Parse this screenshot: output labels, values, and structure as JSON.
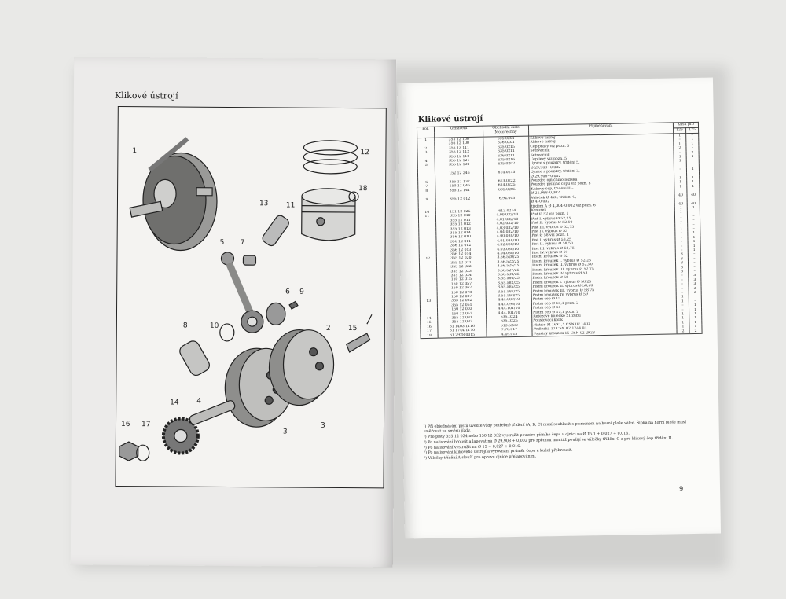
{
  "left_page": {
    "title": "Klikové ústrojí",
    "callouts": [
      "1",
      "12",
      "18",
      "13",
      "11",
      "5",
      "7",
      "6",
      "9",
      "8",
      "10",
      "2",
      "15",
      "14",
      "4",
      "3",
      "3",
      "16",
      "17"
    ]
  },
  "right_page": {
    "title": "Klikové ústrojí",
    "page_number": "9",
    "headers": {
      "pol": "Pol.",
      "oznaceni": "Označení",
      "obchodni": "Obchodní číslo Motorechny",
      "pojmenovani": "Pojmenování",
      "kusu": "Kusů pro",
      "k125": "125",
      "k175": "175"
    },
    "rows": [
      [
        "1",
        "355 12 100",
        "635.0201",
        "Klikové ústrojí",
        "1",
        "–"
      ],
      [
        "",
        "356 12 100",
        "636.0201",
        "Klikové ústrojí",
        "–",
        "1"
      ],
      [
        "2",
        "355 13 111",
        "635.0215",
        "Čep pravý   viz pozn. 5",
        "1",
        "1"
      ],
      [
        "3",
        "355 12 112",
        "635.0211",
        "Setrvačník",
        "2",
        "–"
      ],
      [
        "",
        "356 12 112",
        "636.0211",
        "Setrvačník",
        "–",
        "2"
      ],
      [
        "4",
        "355 12 121",
        "635.0216",
        "Čep levý   viz pozn. 5",
        "1",
        "1"
      ],
      [
        "5",
        "355 12 130",
        "635.0202",
        "Ojnice s pouzdry, třídění 5,",
        "1",
        ""
      ],
      [
        "",
        "",
        "",
        "Ø 29,908+0,002",
        "",
        ""
      ],
      [
        "",
        "152 12 246",
        "614.0215",
        "Ojnice s pouzdry, třídění 3,",
        "–",
        "1"
      ],
      [
        "",
        "",
        "",
        "Ø 29,908+0,002",
        "",
        ""
      ],
      [
        "6",
        "355 12 132",
        "613.0222",
        "Pouzdro ojničního ložiska",
        "1",
        "1"
      ],
      [
        "7",
        "150 12 046",
        "614.0225",
        "Pouzdro písního čepu   viz pozn. 3",
        "1",
        "1"
      ],
      [
        "8",
        "355 12 141",
        "635.0205",
        "Klikový čep, třídění II.–",
        "1",
        "1"
      ],
      [
        "",
        "",
        "",
        "Ø 21,988–0,002",
        "",
        ""
      ],
      [
        "9",
        "355 12 012",
        "6.94.003",
        "Váleček Ø 4x6, třídění C,",
        "40",
        "40"
      ],
      [
        "",
        "",
        "",
        "Ø 4–0,002",
        "",
        ""
      ],
      [
        "",
        "",
        "",
        "třídění A Ø 4,004–0,002   viz pozn. 6",
        "40",
        "40"
      ],
      [
        "10",
        "151 12 025",
        "613.0214",
        "Kroužek",
        "1",
        "1"
      ],
      [
        "11",
        "355 12 010",
        "4.00.032/10",
        "Píst Ø 52   viz pozn. 1",
        "1",
        "–"
      ],
      [
        "",
        "355 12 011",
        "4.01.032/10",
        "Píst I. výbrus Ø 52,25",
        "1",
        "–"
      ],
      [
        "",
        "355 12 012",
        "4.02.032/10",
        "Píst II. výbrus Ø 52,50",
        "1",
        "–"
      ],
      [
        "",
        "355 12 013",
        "4.03.032/10",
        "Píst III. výbrus Ø 52,75",
        "1",
        "–"
      ],
      [
        "",
        "355 12 014",
        "4.04.032/10",
        "Píst IV. výbrus Ø 53",
        "1",
        "–"
      ],
      [
        "",
        "",
        "",
        "",
        "",
        ""
      ],
      [
        "",
        "356 12 010",
        "4.00.038/10",
        "Píst Ø 58   viz pozn. 1",
        "–",
        "1"
      ],
      [
        "",
        "356 12 011",
        "4.01.038/10",
        "Píst I. výbrus Ø 58,25",
        "–",
        "1"
      ],
      [
        "",
        "356 12 012",
        "4.02.038/10",
        "Píst II. výbrus Ø 58,50",
        "–",
        "1"
      ],
      [
        "",
        "356 12 013",
        "4.03.038/10",
        "Píst III. výbrus Ø 58,75",
        "–",
        "1"
      ],
      [
        "",
        "356 12 014",
        "4.04.038/10",
        "Píst IV. výbrus Ø 59",
        "–",
        "1"
      ],
      [
        "",
        "",
        "",
        "",
        "",
        ""
      ],
      [
        "12",
        "355 12 020",
        "3.56.520/25",
        "Pístní kroužek Ø 52",
        "3",
        "–"
      ],
      [
        "",
        "355 12 021",
        "3.56.522/25",
        "Pístní kroužek I. výbrus Ø 52,25",
        "3",
        "–"
      ],
      [
        "",
        "355 12 022",
        "3.56.525/25",
        "Pístní kroužek II. výbrus Ø 52,50",
        "3",
        "–"
      ],
      [
        "",
        "355 12 023",
        "3.56.527/25",
        "Pístní kroužek III. výbrus Ø 52,75",
        "3",
        "–"
      ],
      [
        "",
        "355 12 024",
        "3.56.530/25",
        "Pístní kroužek IV. výbrus Ø 53",
        "3",
        "–"
      ],
      [
        "",
        "",
        "",
        "",
        "",
        ""
      ],
      [
        "",
        "150 12 015",
        "3.55.580/25",
        "Pístní kroužek Ø 58",
        "–",
        "3"
      ],
      [
        "",
        "150 12 057",
        "3.55.582/25",
        "Pístní kroužek I. výbrus Ø 58,25",
        "–",
        "3"
      ],
      [
        "",
        "150 12 067",
        "3.55.585/25",
        "Pístní kroužek II. výbrus Ø 58,50",
        "–",
        "3"
      ],
      [
        "",
        "150 12 078",
        "3.55.587/25",
        "Pístní kroužek III. výbrus Ø 58,75",
        "–",
        "3"
      ],
      [
        "",
        "150 12 087",
        "3.55.590/25",
        "Pístní kroužek IV. výbrus Ø 59",
        "–",
        "3"
      ],
      [
        "",
        "",
        "",
        "",
        "",
        ""
      ],
      [
        "13",
        "355 12 032",
        "4.44.089/10",
        "Pístní čep Ø 15",
        "1",
        "–"
      ],
      [
        "",
        "355 12 051",
        "4.44.093/10",
        "Pístní čep Ø 15,1   pozn. 2",
        "1",
        "–"
      ],
      [
        "",
        "150 12 003",
        "4.44.101/10",
        "Pístní čep Ø 15",
        "–",
        "1"
      ],
      [
        "",
        "150 12 052",
        "4.44.101/10",
        "Pístní čep Ø 15,1   pozn. 2",
        "–",
        "1"
      ],
      [
        "14",
        "355 12 031",
        "635.0224",
        "Řetězové kolečko 21 zubů",
        "1",
        "1"
      ],
      [
        "15",
        "355 12 033",
        "635.0225",
        "Pojišťovací kolík",
        "1",
        "1"
      ],
      [
        "16",
        "61 1403 1116",
        "613.5230",
        "Matice M 16X1,5 ČSN 02 1403",
        "1",
        "1"
      ],
      [
        "17",
        "61 1744 1170",
        "7.76.617",
        "Podložka 17 ČSN 02 1744.03",
        "1",
        "1"
      ],
      [
        "18",
        "61 2928 0015",
        "4.49.015",
        "Pojistný kroužek 15 ČSN 02 2928",
        "2",
        "2"
      ]
    ],
    "notes": [
      "¹) Při objednávání pístů uveďte vždy potřebné třídění (A, B, C) musí souhlasit s písmenem na horní ploše válce. Šipka na horní ploše musí směřovat ve směru jízdy.",
      "²) Pro písty 355 12 024 nebo 150 12 032 vystružit pouzdro písního čepu v ojnici na Ø 15,1 + 0,027 + 0,016.",
      "³) Po nalisování brousit a lapovat na Ø 29,908 + 0,002 pro zpětnou montáž použijí se válečky třídění C a pro klikový čep třídění II.",
      "⁴) Po nalisování vystružit na Ø 15 + 0,027 + 0,016.",
      "⁵) Po nalisování klikového ústrojí a vyrovnání průměr čepu a kužel přebrousit.",
      "⁶) Válečky třídění A slouží pro opravu ojnice přelapováním."
    ]
  }
}
